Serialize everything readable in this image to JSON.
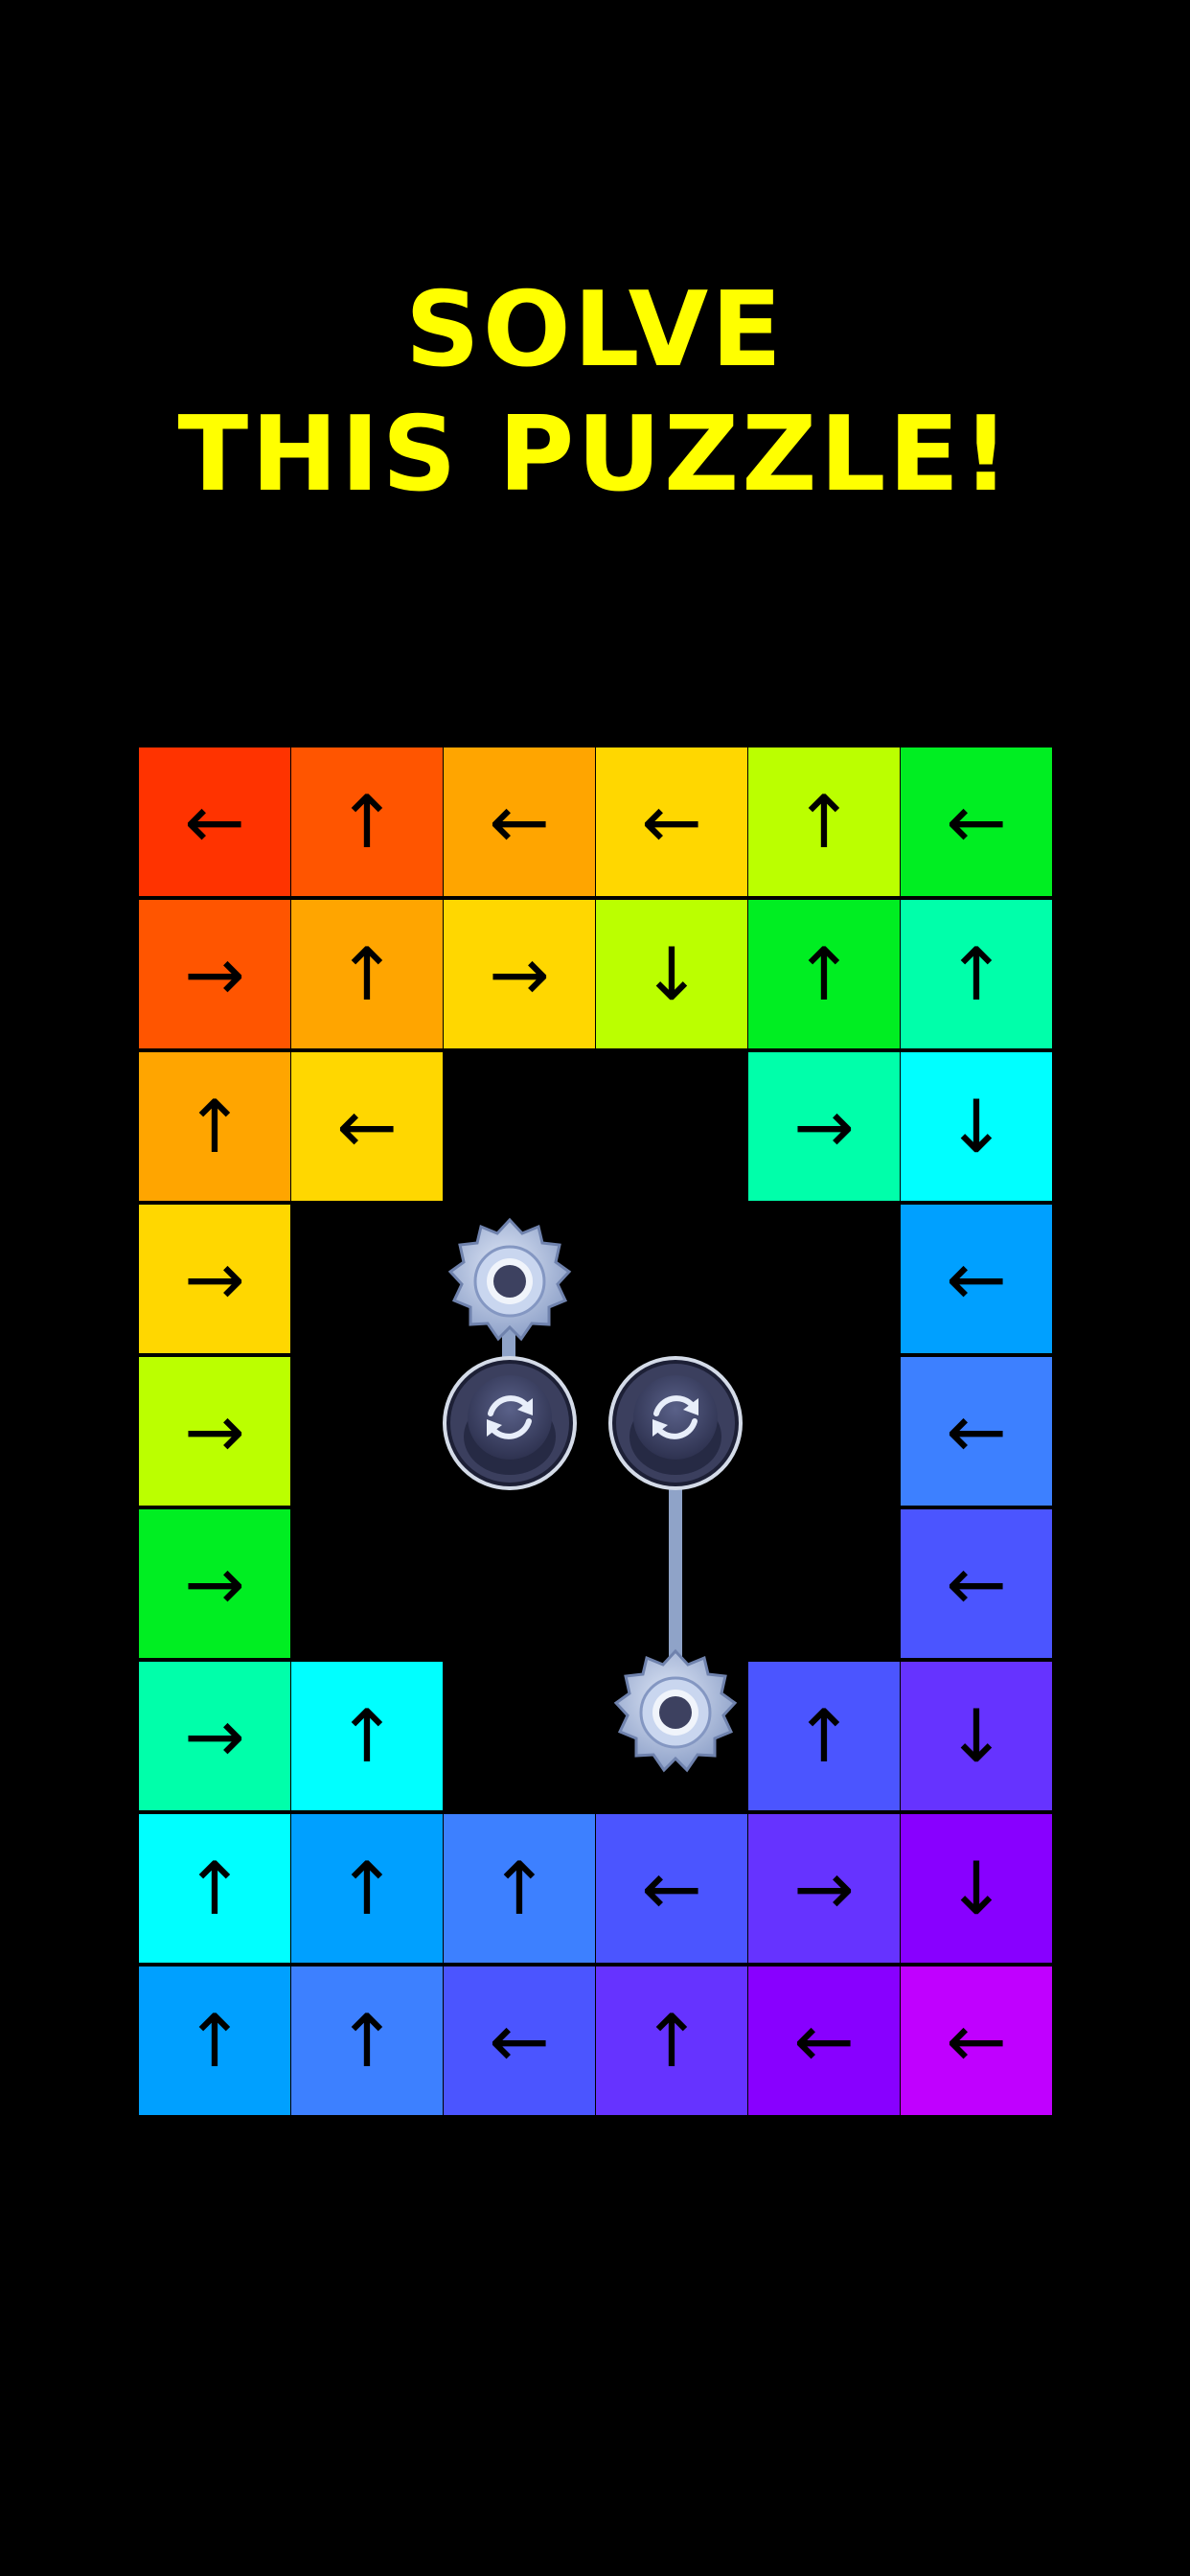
{
  "title": {
    "line1": "SOLVE",
    "line2": "THIS PUZZLE!",
    "color": "#ffff00"
  },
  "grid": {
    "columns": 6,
    "rows": 9,
    "tiles": [
      {
        "row": 0,
        "col": 0,
        "dir": "left",
        "glyph": "←",
        "color": "#ff3300"
      },
      {
        "row": 0,
        "col": 1,
        "dir": "up",
        "glyph": "↑",
        "color": "#ff5500"
      },
      {
        "row": 0,
        "col": 2,
        "dir": "left",
        "glyph": "←",
        "color": "#ffa500"
      },
      {
        "row": 0,
        "col": 3,
        "dir": "left",
        "glyph": "←",
        "color": "#ffd700"
      },
      {
        "row": 0,
        "col": 4,
        "dir": "up",
        "glyph": "↑",
        "color": "#bbff00"
      },
      {
        "row": 0,
        "col": 5,
        "dir": "left",
        "glyph": "←",
        "color": "#00ee22"
      },
      {
        "row": 1,
        "col": 0,
        "dir": "right",
        "glyph": "→",
        "color": "#ff5500"
      },
      {
        "row": 1,
        "col": 1,
        "dir": "up",
        "glyph": "↑",
        "color": "#ffa500"
      },
      {
        "row": 1,
        "col": 2,
        "dir": "right",
        "glyph": "→",
        "color": "#ffd700"
      },
      {
        "row": 1,
        "col": 3,
        "dir": "down",
        "glyph": "↓",
        "color": "#bbff00"
      },
      {
        "row": 1,
        "col": 4,
        "dir": "up",
        "glyph": "↑",
        "color": "#00ee22"
      },
      {
        "row": 1,
        "col": 5,
        "dir": "up",
        "glyph": "↑",
        "color": "#00ffaa"
      },
      {
        "row": 2,
        "col": 0,
        "dir": "up",
        "glyph": "↑",
        "color": "#ffa500"
      },
      {
        "row": 2,
        "col": 1,
        "dir": "left",
        "glyph": "←",
        "color": "#ffd700"
      },
      {
        "row": 2,
        "col": 4,
        "dir": "right",
        "glyph": "→",
        "color": "#00ffaa"
      },
      {
        "row": 2,
        "col": 5,
        "dir": "down",
        "glyph": "↓",
        "color": "#00ffff"
      },
      {
        "row": 3,
        "col": 0,
        "dir": "right",
        "glyph": "→",
        "color": "#ffd700"
      },
      {
        "row": 3,
        "col": 5,
        "dir": "left",
        "glyph": "←",
        "color": "#00a0ff"
      },
      {
        "row": 4,
        "col": 0,
        "dir": "right",
        "glyph": "→",
        "color": "#bbff00"
      },
      {
        "row": 4,
        "col": 5,
        "dir": "left",
        "glyph": "←",
        "color": "#3d80ff"
      },
      {
        "row": 5,
        "col": 0,
        "dir": "right",
        "glyph": "→",
        "color": "#00ee22"
      },
      {
        "row": 5,
        "col": 5,
        "dir": "left",
        "glyph": "←",
        "color": "#4b55ff"
      },
      {
        "row": 6,
        "col": 0,
        "dir": "right",
        "glyph": "→",
        "color": "#00ffaa"
      },
      {
        "row": 6,
        "col": 1,
        "dir": "up",
        "glyph": "↑",
        "color": "#00ffff"
      },
      {
        "row": 6,
        "col": 4,
        "dir": "up",
        "glyph": "↑",
        "color": "#4b55ff"
      },
      {
        "row": 6,
        "col": 5,
        "dir": "down",
        "glyph": "↓",
        "color": "#6633ff"
      },
      {
        "row": 7,
        "col": 0,
        "dir": "up",
        "glyph": "↑",
        "color": "#00ffff"
      },
      {
        "row": 7,
        "col": 1,
        "dir": "up",
        "glyph": "↑",
        "color": "#00a0ff"
      },
      {
        "row": 7,
        "col": 2,
        "dir": "up",
        "glyph": "↑",
        "color": "#3d80ff"
      },
      {
        "row": 7,
        "col": 3,
        "dir": "left",
        "glyph": "←",
        "color": "#4b55ff"
      },
      {
        "row": 7,
        "col": 4,
        "dir": "right",
        "glyph": "→",
        "color": "#6633ff"
      },
      {
        "row": 7,
        "col": 5,
        "dir": "down",
        "glyph": "↓",
        "color": "#8800ff"
      },
      {
        "row": 8,
        "col": 0,
        "dir": "up",
        "glyph": "↑",
        "color": "#00a0ff"
      },
      {
        "row": 8,
        "col": 1,
        "dir": "up",
        "glyph": "↑",
        "color": "#3d80ff"
      },
      {
        "row": 8,
        "col": 2,
        "dir": "left",
        "glyph": "←",
        "color": "#4b55ff"
      },
      {
        "row": 8,
        "col": 3,
        "dir": "up",
        "glyph": "↑",
        "color": "#6633ff"
      },
      {
        "row": 8,
        "col": 4,
        "dir": "left",
        "glyph": "←",
        "color": "#8800ff"
      },
      {
        "row": 8,
        "col": 5,
        "dir": "left",
        "glyph": "←",
        "color": "#c000ff"
      }
    ]
  },
  "mechanics": {
    "rotate_icon": "rotate-arrows-icon",
    "gear_icon": "gear-icon",
    "colors": {
      "button": "#3d4160",
      "gear": "#a9b9dc",
      "rod": "#8fa3c8"
    }
  }
}
